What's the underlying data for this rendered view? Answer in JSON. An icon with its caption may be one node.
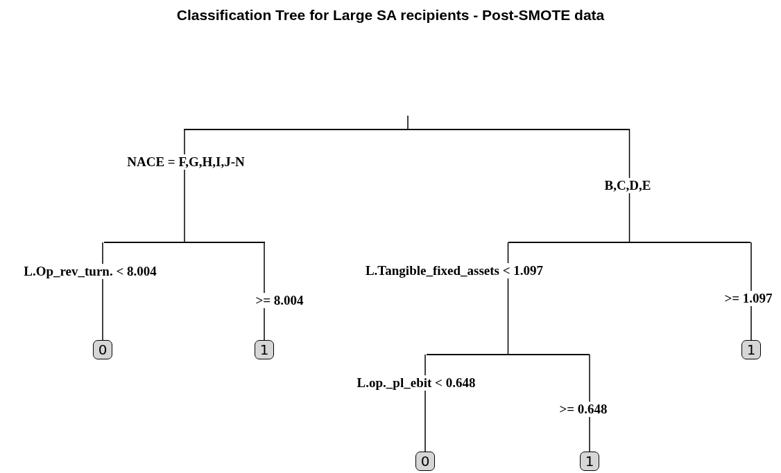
{
  "diagram": {
    "title": "Classification Tree for Large SA recipients - Post-SMOTE data",
    "nodes": [
      {
        "text": [],
        "shape": "bar"
      },
      {
        "text": [],
        "shape": "bar"
      },
      {
        "text": [],
        "shape": "bar"
      },
      {
        "text": [
          "0"
        ]
      },
      {
        "text": [
          "1"
        ]
      },
      {
        "text": [],
        "shape": "bar"
      },
      {
        "text": [
          "1"
        ]
      },
      {
        "text": [
          "0"
        ]
      },
      {
        "text": [
          "1"
        ]
      }
    ],
    "edges": [
      {
        "from": null,
        "to": 0,
        "arrow": "none"
      },
      {
        "from": 0,
        "to": 1,
        "arrow": "none",
        "label": "NACE = F,G,H,I,J-N"
      },
      {
        "from": 0,
        "to": 2,
        "arrow": "none",
        "label": "B,C,D,E"
      },
      {
        "from": 1,
        "to": 3,
        "arrow": "none",
        "label": "L.Op_rev_turn. < 8.004"
      },
      {
        "from": 1,
        "to": 4,
        "arrow": "none",
        "label": ">= 8.004"
      },
      {
        "from": 2,
        "to": 5,
        "arrow": "none",
        "label": "L.Tangible_fixed_assets < 1.097"
      },
      {
        "from": 2,
        "to": 6,
        "arrow": "none",
        "label": ">= 1.097"
      },
      {
        "from": 5,
        "to": 7,
        "arrow": "none",
        "label": "L.op._pl_ebit < 0.648"
      },
      {
        "from": 5,
        "to": 8,
        "arrow": "none",
        "label": ">= 0.648"
      }
    ]
  }
}
